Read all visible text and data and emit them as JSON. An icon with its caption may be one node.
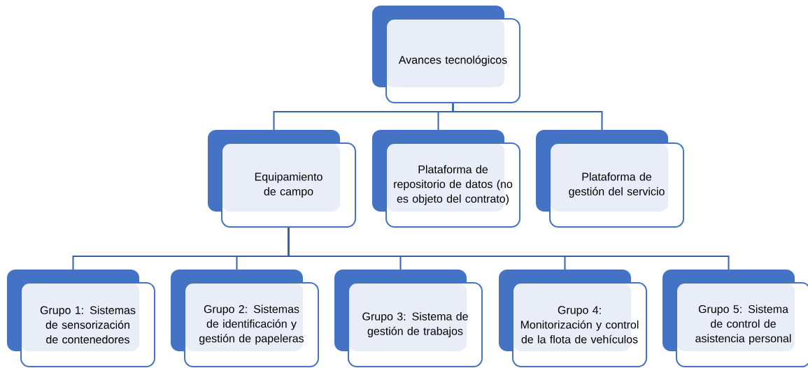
{
  "diagram": {
    "nodes": [
      {
        "text": [
          "Avances tecnológicos"
        ]
      },
      {
        "text": [
          "Equipamiento de campo"
        ]
      },
      {
        "text": [
          "Plataforma de repositorio de datos (no es objeto del contrato)"
        ]
      },
      {
        "text": [
          "Plataforma de gestión del servicio"
        ]
      },
      {
        "text": [
          "Grupo 1: Sistemas de sensorización de contenedores"
        ]
      },
      {
        "text": [
          "Grupo 2: Sistemas de identificación y gestión de papeleras"
        ]
      },
      {
        "text": [
          "Grupo 3: Sistema de gestión de trabajos"
        ]
      },
      {
        "text": [
          "Grupo 4: Monitorización y control de la flota de vehículos"
        ]
      },
      {
        "text": [
          "Grupo 5: Sistema de control de asistencia personal"
        ]
      }
    ],
    "edges": [
      {
        "from": 0,
        "to": 1,
        "arrow": "none"
      },
      {
        "from": 0,
        "to": 2,
        "arrow": "none"
      },
      {
        "from": 0,
        "to": 3,
        "arrow": "none"
      },
      {
        "from": 1,
        "to": 4,
        "arrow": "none"
      },
      {
        "from": 1,
        "to": 5,
        "arrow": "none"
      },
      {
        "from": 1,
        "to": 6,
        "arrow": "none"
      },
      {
        "from": 1,
        "to": 7,
        "arrow": "none"
      },
      {
        "from": 1,
        "to": 8,
        "arrow": "none"
      }
    ]
  }
}
